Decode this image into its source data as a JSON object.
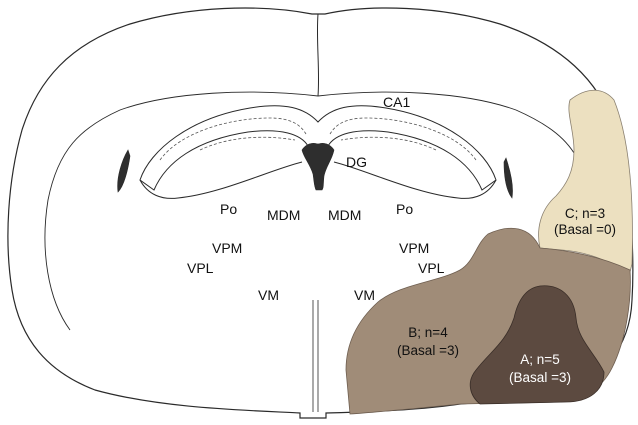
{
  "labels": {
    "ca1": "CA1",
    "dg": "DG",
    "po_left": "Po",
    "po_right": "Po",
    "mdm_left": "MDM",
    "mdm_right": "MDM",
    "vpm_left": "VPM",
    "vpm_right": "VPM",
    "vpl_left": "VPL",
    "vpl_right": "VPL",
    "vm_left": "VM",
    "vm_right": "VM"
  },
  "regions": {
    "c": {
      "line1": "C; n=3",
      "line2": "(Basal =0)",
      "fill": "#ece0c0"
    },
    "b": {
      "line1": "B; n=4",
      "line2": "(Basal =3)",
      "fill": "#a08c78"
    },
    "a": {
      "line1": "A; n=5",
      "line2": "(Basal =3)",
      "fill": "#5c4a40"
    }
  },
  "colors": {
    "outline": "#2a2a2a",
    "ventricle": "#2e2e2e",
    "background": "#ffffff"
  }
}
